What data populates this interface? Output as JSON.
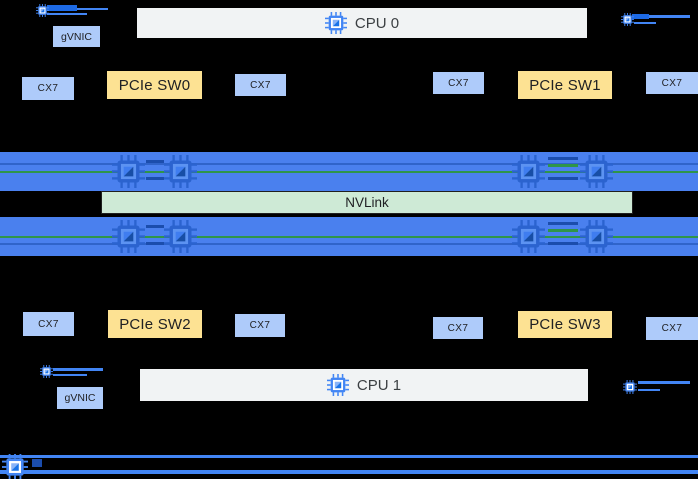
{
  "labels": {
    "cpu0": "CPU 0",
    "cpu1": "CPU 1",
    "nvlink": "NVLink",
    "pcie_sw0": "PCIe SW0",
    "pcie_sw1": "PCIe SW1",
    "pcie_sw2": "PCIe SW2",
    "pcie_sw3": "PCIe SW3",
    "cx7": "CX7",
    "gvnic": "gVNIC"
  },
  "colors": {
    "background": "#000000",
    "gpu_band_blue": "#4a80ee",
    "gpu_chip_blue": "#2b63cf",
    "nvlink_fill": "#ceead6",
    "nvlink_green_line": "#2f9549",
    "pcie_link_navy": "#1b4dad",
    "cx7_fill": "#aecbfa",
    "gvnic_fill": "#aecbfa",
    "pcie_sw_fill": "#fde293",
    "cpu_fill": "#f1f3f4",
    "accent_blue": "#4285f4",
    "text_dark": "#202124"
  },
  "icons": {
    "cpu_chip": "cpu-chip-icon",
    "gpu_chip": "gpu-chip-icon",
    "nic_chip": "nic-chip-icon",
    "network_line": "network-link-line"
  }
}
